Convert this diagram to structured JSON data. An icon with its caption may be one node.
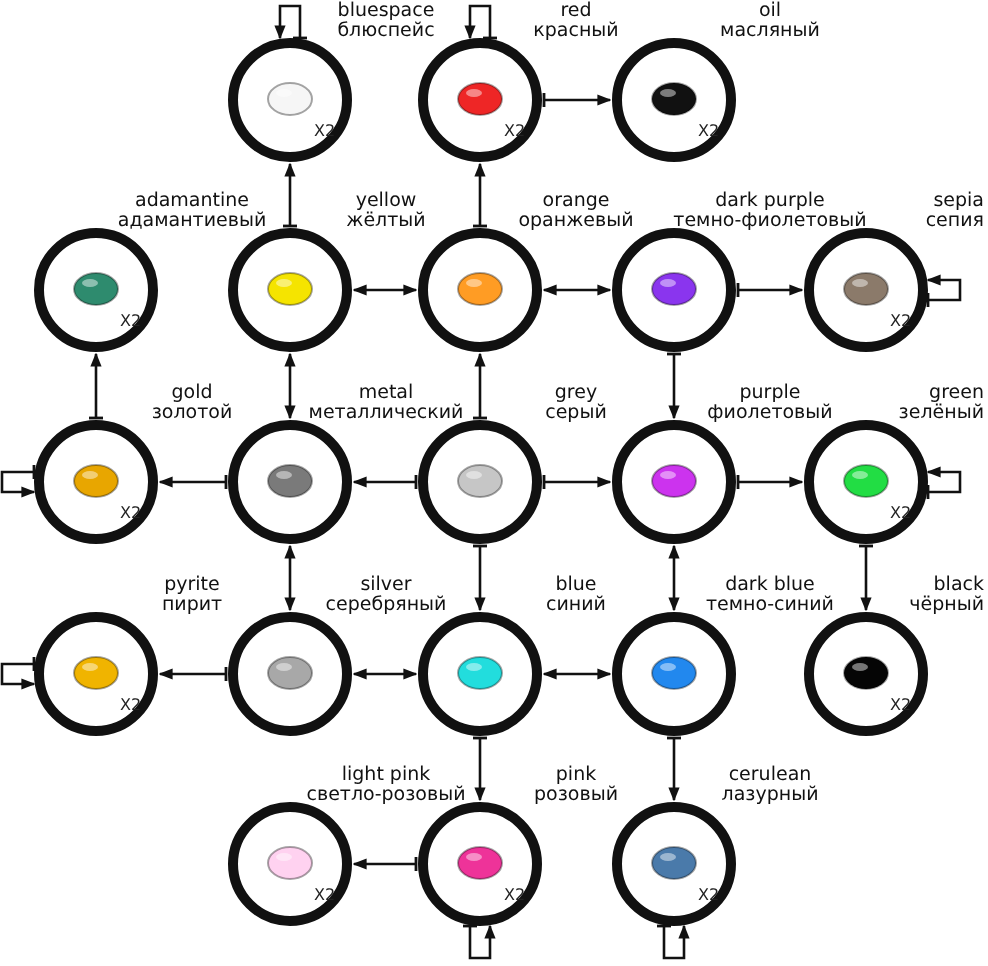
{
  "diagram": {
    "nodes": [
      {
        "text": [
          "bluespace",
          "блюспейс",
          "X2"
        ]
      },
      {
        "text": [
          "red",
          "красный",
          "X2"
        ]
      },
      {
        "text": [
          "oil",
          "масляный",
          "X2"
        ]
      },
      {
        "text": [
          "adamantine",
          "адамантиевый",
          "X2"
        ]
      },
      {
        "text": [
          "yellow",
          "жёлтый"
        ]
      },
      {
        "text": [
          "orange",
          "оранжевый"
        ]
      },
      {
        "text": [
          "dark purple",
          "темно-фиолетовый"
        ]
      },
      {
        "text": [
          "sepia",
          "сепия",
          "X2"
        ]
      },
      {
        "text": [
          "gold",
          "золотой",
          "X2"
        ]
      },
      {
        "text": [
          "metal",
          "металлический"
        ]
      },
      {
        "text": [
          "grey",
          "серый"
        ]
      },
      {
        "text": [
          "purple",
          "фиолетовый"
        ]
      },
      {
        "text": [
          "green",
          "зелёный",
          "X2"
        ]
      },
      {
        "text": [
          "pyrite",
          "пирит",
          "X2"
        ]
      },
      {
        "text": [
          "silver",
          "серебряный"
        ]
      },
      {
        "text": [
          "blue",
          "синий"
        ]
      },
      {
        "text": [
          "dark blue",
          "темно-синий"
        ]
      },
      {
        "text": [
          "black",
          "чёрный",
          "X2"
        ]
      },
      {
        "text": [
          "light pink",
          "светло-розовый",
          "X2"
        ]
      },
      {
        "text": [
          "pink",
          "розовый",
          "X2"
        ]
      },
      {
        "text": [
          "cerulean",
          "лазурный",
          "X2"
        ]
      }
    ],
    "edges": [
      {
        "from": 0,
        "to": 0,
        "arrow": "to"
      },
      {
        "from": 1,
        "to": 1,
        "arrow": "to"
      },
      {
        "from": 1,
        "to": 2,
        "arrow": "to"
      },
      {
        "from": 4,
        "to": 0,
        "arrow": "to"
      },
      {
        "from": 5,
        "to": 1,
        "arrow": "to"
      },
      {
        "from": 4,
        "to": 5,
        "arrow": "both"
      },
      {
        "from": 5,
        "to": 6,
        "arrow": "both"
      },
      {
        "from": 6,
        "to": 7,
        "arrow": "to"
      },
      {
        "from": 7,
        "to": 7,
        "arrow": "to"
      },
      {
        "from": 8,
        "to": 3,
        "arrow": "to"
      },
      {
        "from": 9,
        "to": 4,
        "arrow": "both"
      },
      {
        "from": 10,
        "to": 5,
        "arrow": "to"
      },
      {
        "from": 6,
        "to": 11,
        "arrow": "to"
      },
      {
        "from": 8,
        "to": 8,
        "arrow": "to"
      },
      {
        "from": 9,
        "to": 8,
        "arrow": "to"
      },
      {
        "from": 10,
        "to": 9,
        "arrow": "to"
      },
      {
        "from": 10,
        "to": 11,
        "arrow": "to"
      },
      {
        "from": 11,
        "to": 12,
        "arrow": "to"
      },
      {
        "from": 12,
        "to": 12,
        "arrow": "to"
      },
      {
        "from": 9,
        "to": 14,
        "arrow": "both"
      },
      {
        "from": 10,
        "to": 15,
        "arrow": "to"
      },
      {
        "from": 11,
        "to": 16,
        "arrow": "both"
      },
      {
        "from": 12,
        "to": 17,
        "arrow": "to"
      },
      {
        "from": 13,
        "to": 13,
        "arrow": "to"
      },
      {
        "from": 14,
        "to": 13,
        "arrow": "to"
      },
      {
        "from": 14,
        "to": 15,
        "arrow": "both"
      },
      {
        "from": 15,
        "to": 16,
        "arrow": "both"
      },
      {
        "from": 15,
        "to": 19,
        "arrow": "to"
      },
      {
        "from": 16,
        "to": 20,
        "arrow": "to"
      },
      {
        "from": 19,
        "to": 18,
        "arrow": "to"
      },
      {
        "from": 19,
        "to": 19,
        "arrow": "to"
      },
      {
        "from": 20,
        "to": 20,
        "arrow": "to"
      }
    ]
  }
}
